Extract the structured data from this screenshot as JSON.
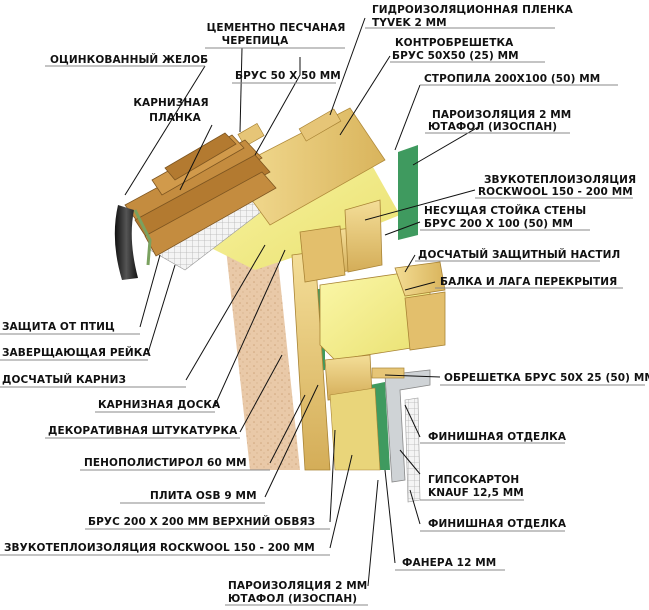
{
  "labels": {
    "gutter": "ОЦИНКОВАННЫЙ ЖЕЛОБ",
    "tile_line1": "ЦЕМЕНТНО ПЕСЧАНАЯ",
    "tile_line2": "ЧЕРЕПИЦА",
    "waterproof_line1": "ГИДРОИЗОЛЯЦИОННАЯ ПЛЕНКА",
    "waterproof_line2": "TYVEK  2 ММ",
    "counter_line1": "КОНТРОБРЕШЕТКА",
    "counter_line2": "БРУС 50Х50 (25) ММ",
    "beam50": "БРУС  50 Х 50 ММ",
    "rafters": "СТРОПИЛА 200Х100 (50) ММ",
    "eaves_plank_line1": "КАРНИЗНАЯ",
    "eaves_plank_line2": "ПЛАНКА",
    "vapor_top_line1": "ПАРОИЗОЛЯЦИЯ     2 ММ",
    "vapor_top_line2": "ЮТАФОЛ   (ИЗОСПАН)",
    "sound_top_line1": "ЗВУКОТЕПЛОИЗОЛЯЦИЯ",
    "sound_top_line2": "ROCKWOOL   150 - 200 ММ",
    "post_line1": "НЕСУЩАЯ СТОЙКА СТЕНЫ",
    "post_line2": "БРУС  200 Х 100 (50) ММ",
    "board_floor": "ДОСЧАТЫЙ ЗАЩИТНЫЙ НАСТИЛ",
    "joist": "БАЛКА И ЛАГА ПЕРЕКРЫТИЯ",
    "bird": "ЗАЩИТА ОТ ПТИЦ",
    "finish_rail": "ЗАВЕРЩАЮЩАЯ РЕЙКА",
    "board_eaves": "ДОСЧАТЫЙ КАРНИЗ",
    "lath": "ОБРЕШЕТКА  БРУС  50Х 25 (50) ММ",
    "eaves_board": "КАРНИЗНАЯ ДОСКА",
    "plaster": "ДЕКОРАТИВНАЯ ШТУКАТУРКА",
    "finish1": "ФИНИШНАЯ  ОТДЕЛКА",
    "eps": "ПЕНОПОЛИСТИРОЛ  60 ММ",
    "drywall_line1": "ГИПСОКАРТОН",
    "drywall_line2": "KNAUF  12,5 ММ",
    "osb": "ПЛИТА OSB    9 ММ",
    "top_beam": "БРУС  200 Х 200 ММ ВЕРХНИЙ  ОБВЯЗ",
    "finish2": "ФИНИШНАЯ  ОТДЕЛКА",
    "sound_bottom": "ЗВУКОТЕПЛОИЗОЛЯЦИЯ ROCKWOOL   150 - 200 ММ",
    "plywood": "ФАНЕРА 12 ММ",
    "vapor_bottom_line1": "ПАРОИЗОЛЯЦИЯ    2 ММ",
    "vapor_bottom_line2": "ЮТАФОЛ    (ИЗОСПАН)"
  },
  "colors": {
    "wood": "#e8cc7a",
    "wood_dark": "#c9a24a",
    "insulation": "#f2ef8a",
    "membrane_green": "#3f9a5f",
    "plaster": "#e9c9a8",
    "tile": "#b9833c",
    "gutter": "#222222",
    "metal": "#cfd3d6"
  }
}
